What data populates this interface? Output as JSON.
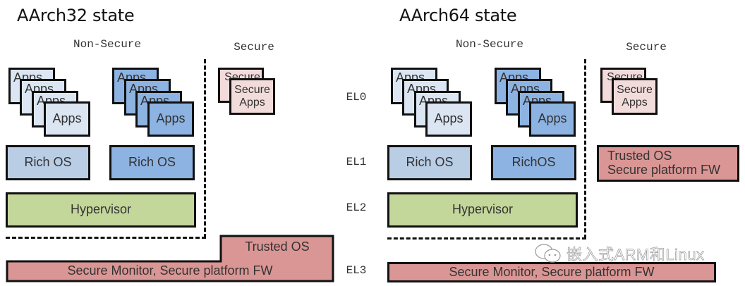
{
  "aarch32": {
    "title": "AArch32 state",
    "non_secure_label": "Non-Secure",
    "secure_label": "Secure",
    "ns_apps_stack1": [
      "Apps",
      "Apps",
      "Apps",
      "Apps"
    ],
    "ns_apps_stack2": [
      "Apps",
      "Apps",
      "Apps",
      "Apps"
    ],
    "secure_apps": [
      "Secure Apps",
      "Secure Apps"
    ],
    "rich_os_1": "Rich OS",
    "rich_os_2": "Rich OS",
    "hypervisor": "Hypervisor",
    "trusted_os": "Trusted OS",
    "secure_monitor": "Secure Monitor, Secure platform FW"
  },
  "exception_levels": [
    "EL0",
    "EL1",
    "EL2",
    "EL3"
  ],
  "aarch64": {
    "title": "AArch64 state",
    "non_secure_label": "Non-Secure",
    "secure_label": "Secure",
    "ns_apps_stack1": [
      "Apps",
      "Apps",
      "Apps",
      "Apps"
    ],
    "ns_apps_stack2": [
      "Apps",
      "Apps",
      "Apps",
      "Apps"
    ],
    "secure_apps": [
      "Secure Apps",
      "Secure Apps"
    ],
    "rich_os_1": "Rich OS",
    "rich_os_2": "RichOS",
    "hypervisor": "Hypervisor",
    "trusted_os_line1": "Trusted OS",
    "trusted_os_line2": "Secure platform FW",
    "secure_monitor": "Secure Monitor, Secure platform FW"
  },
  "watermark": {
    "icon": "wechat-icon",
    "text": "嵌入式ARM和Linux"
  },
  "colors": {
    "apps_pale": "#dce6f2",
    "rich_os_light": "#b9cde5",
    "apps_blue": "#8db3e2",
    "hypervisor_green": "#c4d79b",
    "secure_apps_pink": "#f2dcdb",
    "trusted_rose": "#da9694"
  }
}
